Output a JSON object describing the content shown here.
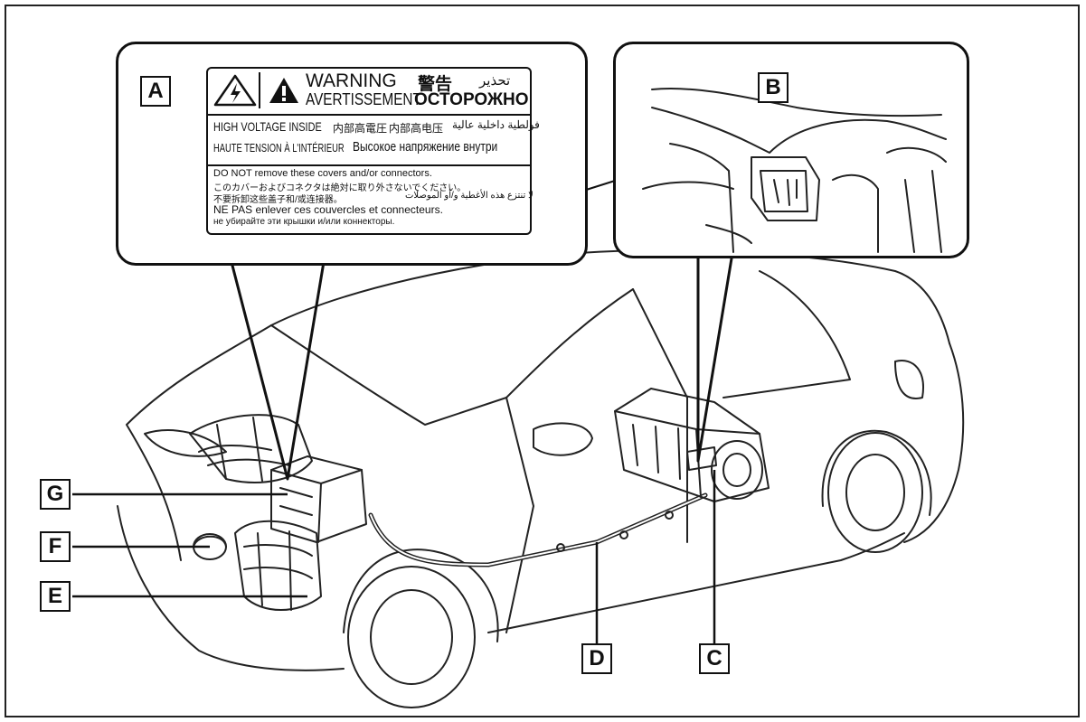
{
  "callouts": {
    "A": "A",
    "B": "B",
    "C": "C",
    "D": "D",
    "E": "E",
    "F": "F",
    "G": "G"
  },
  "warning_label": {
    "warning_en": "WARNING",
    "warning_fr": "AVERTISSEMENT",
    "warning_ja": "警告",
    "warning_ar": "تحذير",
    "warning_ru": "ОСТОРОЖНО",
    "hv_en": "HIGH VOLTAGE INSIDE",
    "hv_ja": "内部高電圧",
    "hv_zh": "内部高电压",
    "hv_ar": "فولطية داخلية عالية",
    "hv_fr": "HAUTE TENSION À L'INTÉRIEUR",
    "hv_ru": "Высокое напряжение внутри",
    "dnr_en": "DO NOT remove these covers and/or connectors.",
    "dnr_ja": "このカバーおよびコネクタは絶対に取り外さないでください。",
    "dnr_zh": "不要拆卸这些盖子和/或连接器。",
    "dnr_ar": "لا تنتزع هذه الأغطية و/أو الموصلات",
    "dnr_fr": "NE PAS enlever ces couvercles et connecteurs.",
    "dnr_ru": "не убирайте эти крышки и/или коннекторы."
  },
  "colors": {
    "line": "#111111",
    "background": "#ffffff"
  }
}
